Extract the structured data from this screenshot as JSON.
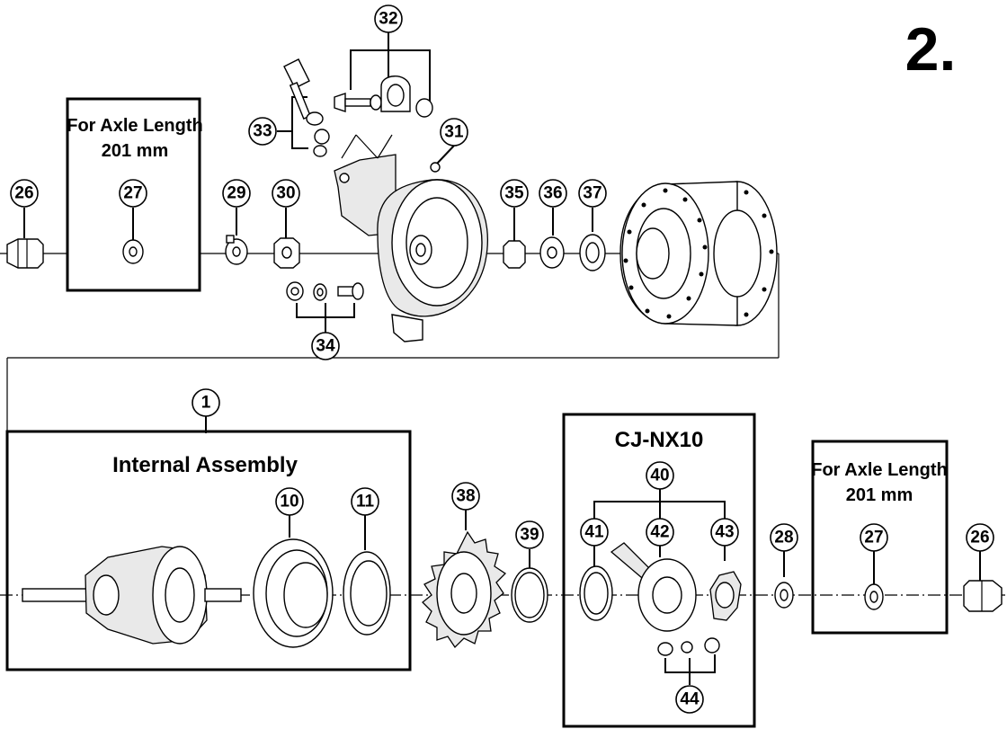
{
  "page_number": "2.",
  "boxes": {
    "axle_left": {
      "line1": "For Axle Length",
      "line2": "201 mm"
    },
    "internal_assembly": {
      "label": "Internal Assembly"
    },
    "cj_nx10": {
      "label": "CJ-NX10"
    },
    "axle_right": {
      "line1": "For Axle Length",
      "line2": "201 mm"
    }
  },
  "callouts": {
    "c26_left": "26",
    "c27_left": "27",
    "c29": "29",
    "c30": "30",
    "c31": "31",
    "c32": "32",
    "c33": "33",
    "c34": "34",
    "c35": "35",
    "c36": "36",
    "c37": "37",
    "c1": "1",
    "c10": "10",
    "c11": "11",
    "c38": "38",
    "c39": "39",
    "c40": "40",
    "c41": "41",
    "c42": "42",
    "c43": "43",
    "c44": "44",
    "c28": "28",
    "c27_right": "27",
    "c26_right": "26"
  }
}
